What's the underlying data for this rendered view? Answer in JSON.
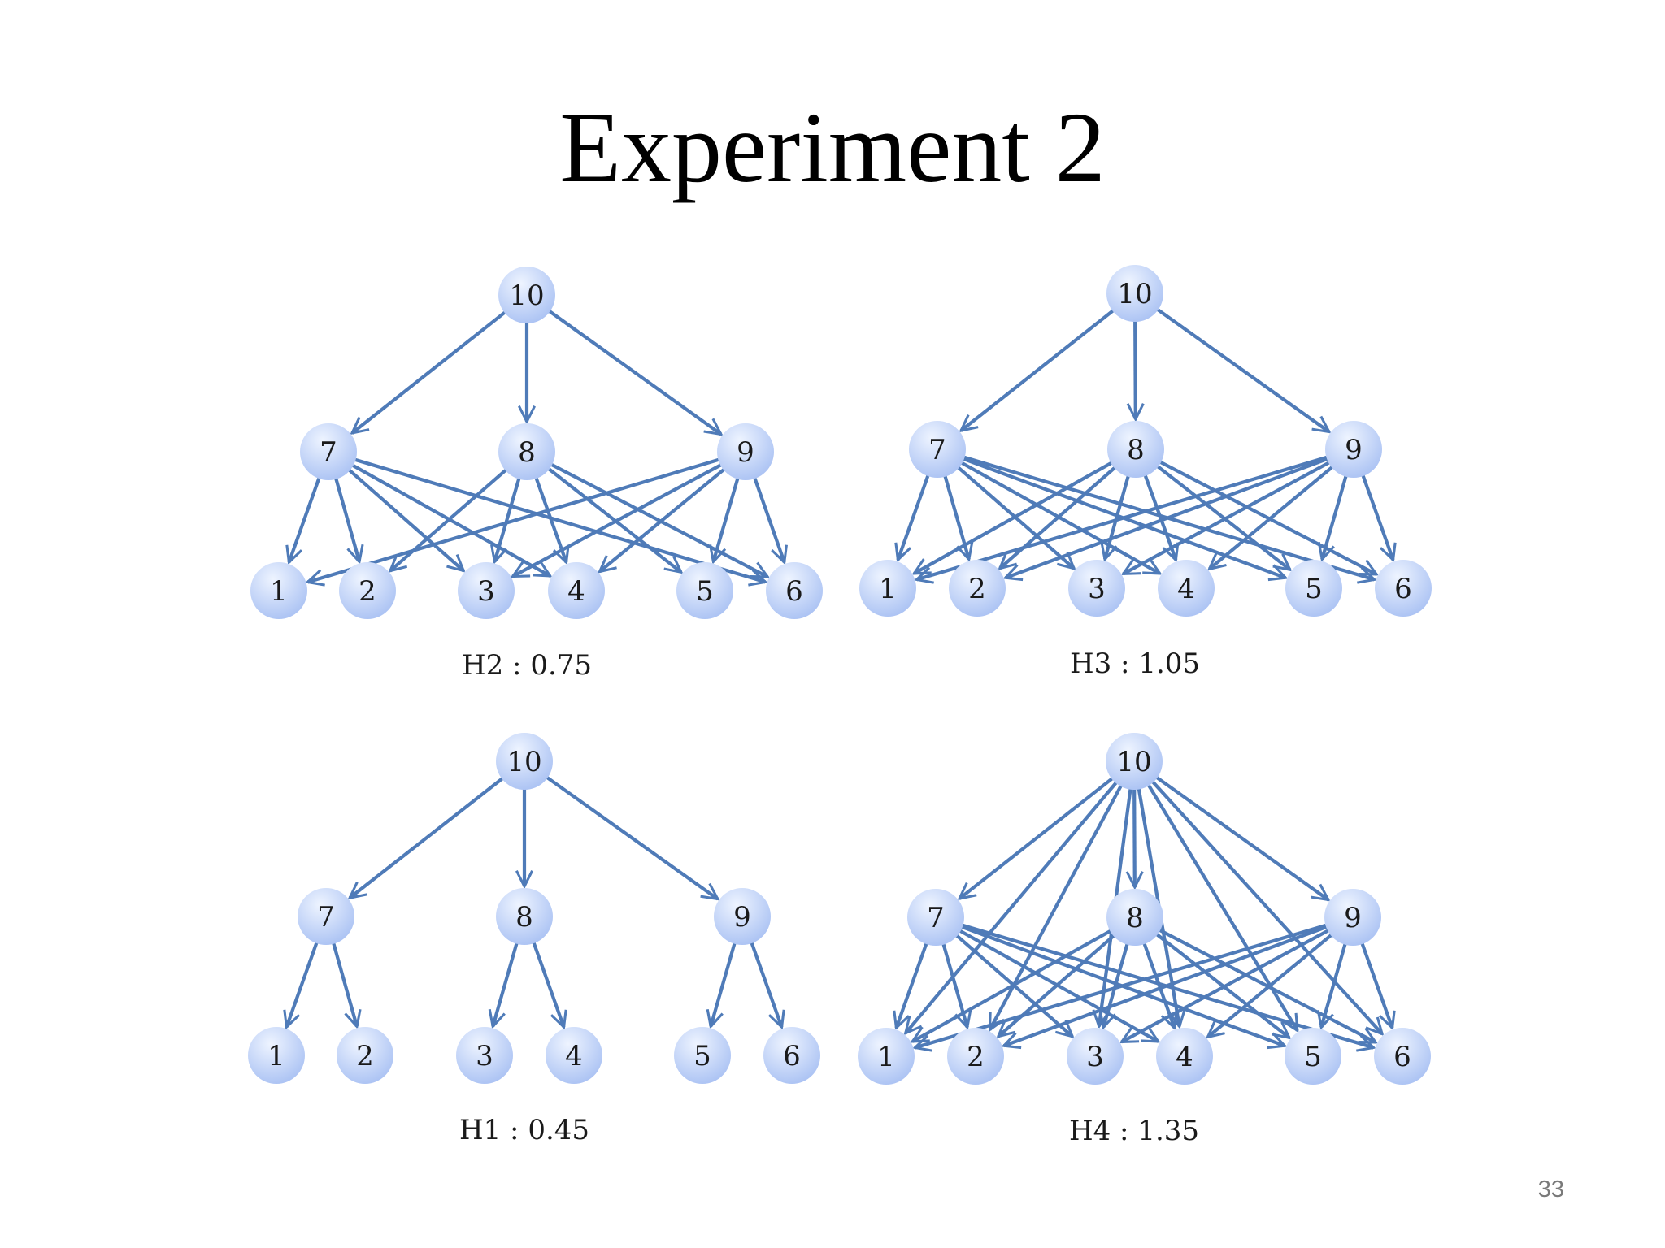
{
  "slide": {
    "title": "Experiment 2",
    "page_number": "33"
  },
  "style": {
    "edge_color": "#4f7bb8",
    "node_fill_light": "#eaf1ff",
    "node_fill_dark": "#a6bff2"
  },
  "graphs": [
    {
      "id": "h2",
      "caption": "H2 : 0.75",
      "root": "10",
      "middle": [
        "7",
        "8",
        "9"
      ],
      "leaves": [
        "1",
        "2",
        "3",
        "4",
        "5",
        "6"
      ],
      "edges": [
        [
          "10",
          "7"
        ],
        [
          "10",
          "8"
        ],
        [
          "10",
          "9"
        ],
        [
          "7",
          "1"
        ],
        [
          "7",
          "2"
        ],
        [
          "7",
          "3"
        ],
        [
          "7",
          "4"
        ],
        [
          "7",
          "6"
        ],
        [
          "8",
          "2"
        ],
        [
          "8",
          "3"
        ],
        [
          "8",
          "4"
        ],
        [
          "8",
          "5"
        ],
        [
          "8",
          "6"
        ],
        [
          "9",
          "1"
        ],
        [
          "9",
          "3"
        ],
        [
          "9",
          "4"
        ],
        [
          "9",
          "5"
        ],
        [
          "9",
          "6"
        ]
      ]
    },
    {
      "id": "h3",
      "caption": "H3 : 1.05",
      "root": "10",
      "middle": [
        "7",
        "8",
        "9"
      ],
      "leaves": [
        "1",
        "2",
        "3",
        "4",
        "5",
        "6"
      ],
      "edges": [
        [
          "10",
          "7"
        ],
        [
          "10",
          "8"
        ],
        [
          "10",
          "9"
        ],
        [
          "7",
          "1"
        ],
        [
          "7",
          "2"
        ],
        [
          "7",
          "3"
        ],
        [
          "7",
          "4"
        ],
        [
          "7",
          "5"
        ],
        [
          "7",
          "6"
        ],
        [
          "8",
          "1"
        ],
        [
          "8",
          "2"
        ],
        [
          "8",
          "3"
        ],
        [
          "8",
          "4"
        ],
        [
          "8",
          "5"
        ],
        [
          "8",
          "6"
        ],
        [
          "9",
          "1"
        ],
        [
          "9",
          "2"
        ],
        [
          "9",
          "3"
        ],
        [
          "9",
          "4"
        ],
        [
          "9",
          "5"
        ],
        [
          "9",
          "6"
        ]
      ]
    },
    {
      "id": "h1",
      "caption": "H1 : 0.45",
      "root": "10",
      "middle": [
        "7",
        "8",
        "9"
      ],
      "leaves": [
        "1",
        "2",
        "3",
        "4",
        "5",
        "6"
      ],
      "edges": [
        [
          "10",
          "7"
        ],
        [
          "10",
          "8"
        ],
        [
          "10",
          "9"
        ],
        [
          "7",
          "1"
        ],
        [
          "7",
          "2"
        ],
        [
          "8",
          "3"
        ],
        [
          "8",
          "4"
        ],
        [
          "9",
          "5"
        ],
        [
          "9",
          "6"
        ]
      ]
    },
    {
      "id": "h4",
      "caption": "H4 : 1.35",
      "root": "10",
      "middle": [
        "7",
        "8",
        "9"
      ],
      "leaves": [
        "1",
        "2",
        "3",
        "4",
        "5",
        "6"
      ],
      "edges": [
        [
          "10",
          "7"
        ],
        [
          "10",
          "8"
        ],
        [
          "10",
          "9"
        ],
        [
          "10",
          "1"
        ],
        [
          "10",
          "2"
        ],
        [
          "10",
          "3"
        ],
        [
          "10",
          "4"
        ],
        [
          "10",
          "5"
        ],
        [
          "10",
          "6"
        ],
        [
          "7",
          "1"
        ],
        [
          "7",
          "2"
        ],
        [
          "7",
          "3"
        ],
        [
          "7",
          "4"
        ],
        [
          "7",
          "5"
        ],
        [
          "7",
          "6"
        ],
        [
          "8",
          "1"
        ],
        [
          "8",
          "2"
        ],
        [
          "8",
          "3"
        ],
        [
          "8",
          "4"
        ],
        [
          "8",
          "5"
        ],
        [
          "8",
          "6"
        ],
        [
          "9",
          "1"
        ],
        [
          "9",
          "2"
        ],
        [
          "9",
          "3"
        ],
        [
          "9",
          "4"
        ],
        [
          "9",
          "5"
        ],
        [
          "9",
          "6"
        ]
      ]
    }
  ]
}
